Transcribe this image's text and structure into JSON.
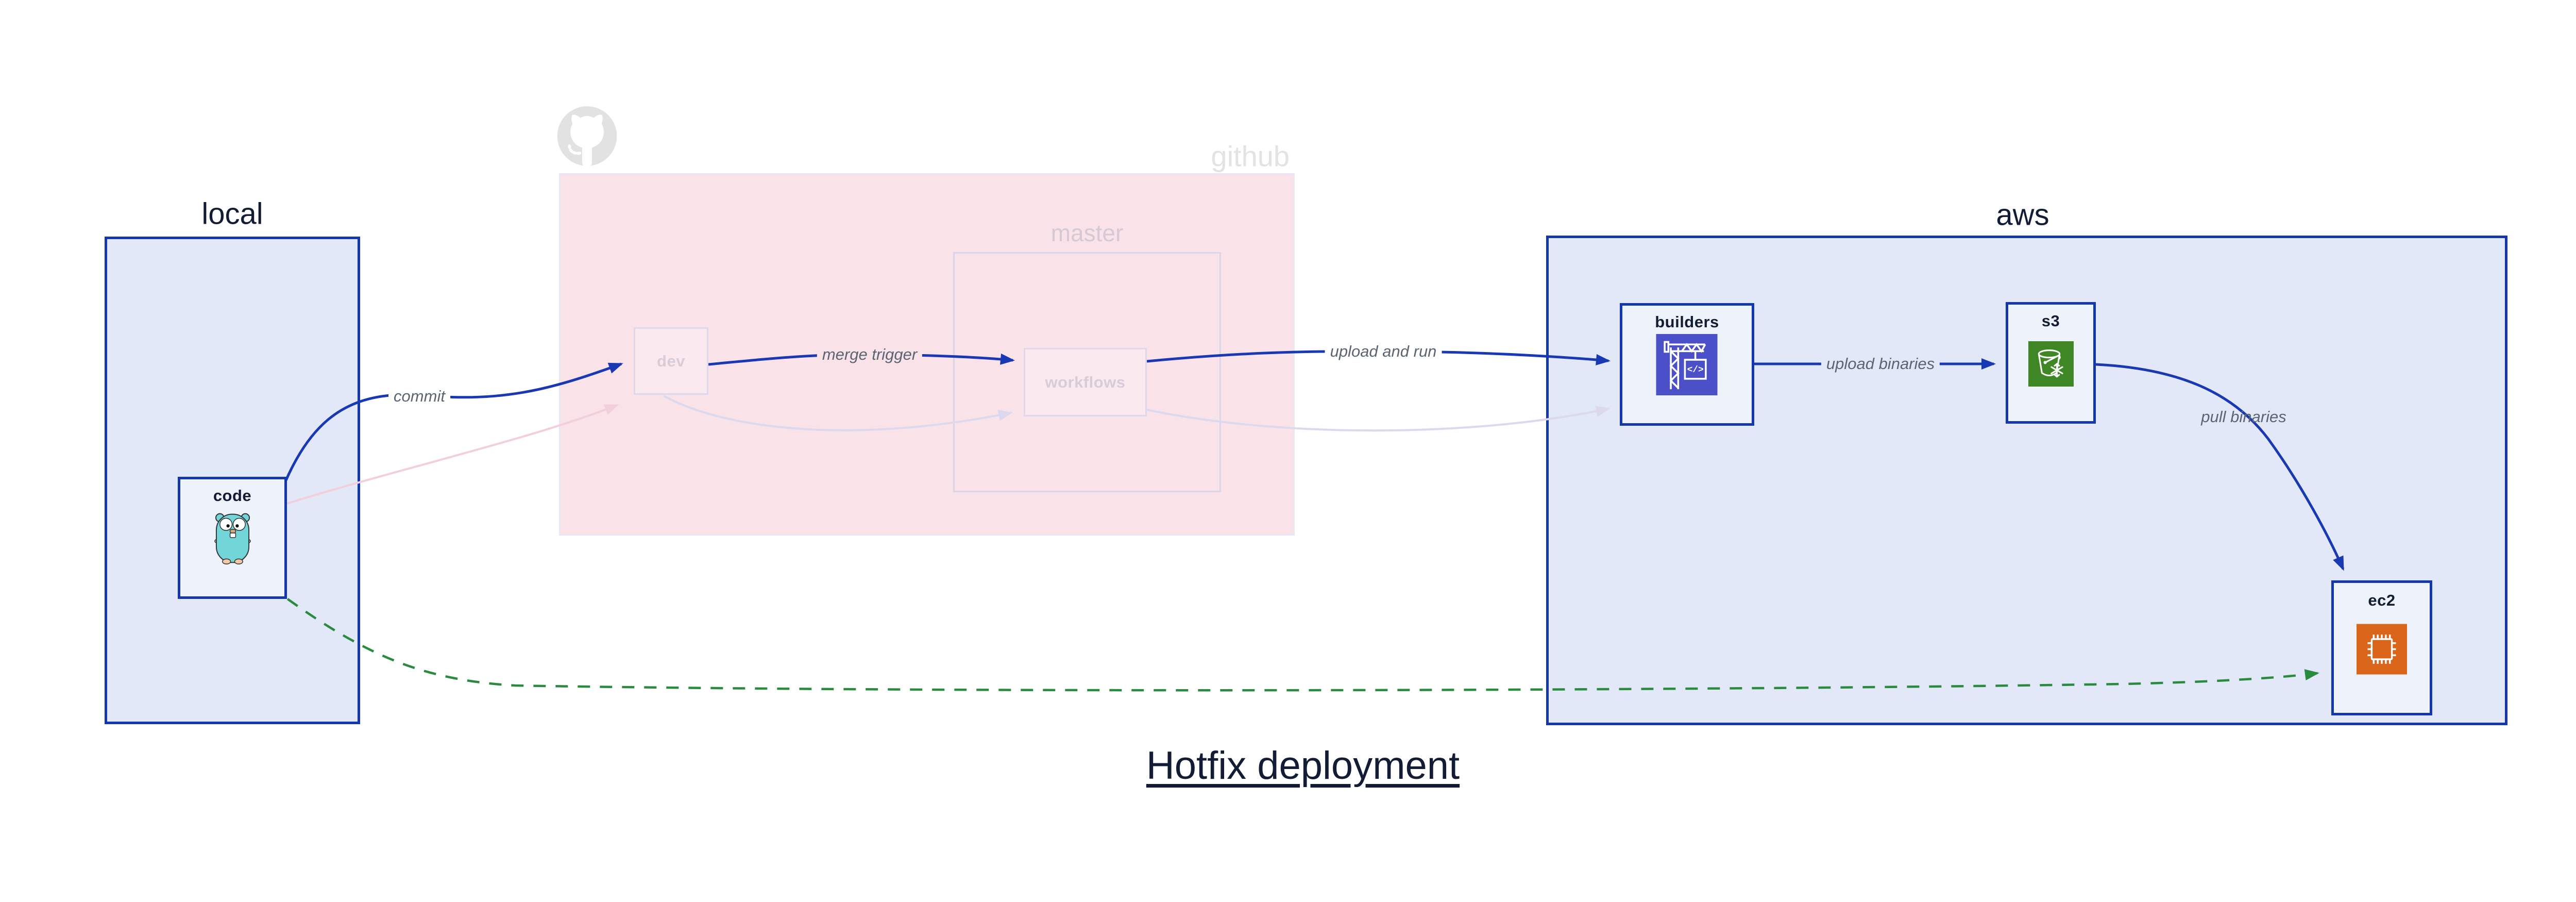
{
  "title": "Hotfix deployment",
  "containers": {
    "local": {
      "label": "local"
    },
    "github": {
      "label": "github"
    },
    "master": {
      "label": "master"
    },
    "aws": {
      "label": "aws"
    }
  },
  "nodes": {
    "code": {
      "label": "code",
      "icon": "go-gopher-icon"
    },
    "dev": {
      "label": "dev"
    },
    "workflows": {
      "label": "workflows"
    },
    "builders": {
      "label": "builders",
      "icon": "codebuild-crane-icon"
    },
    "s3": {
      "label": "s3",
      "icon": "s3-glacier-bucket-icon"
    },
    "ec2": {
      "label": "ec2",
      "icon": "ec2-chip-icon"
    }
  },
  "edges": {
    "commit": {
      "label": "commit"
    },
    "merge_trigger": {
      "label": "merge trigger"
    },
    "upload_and_run": {
      "label": "upload and run"
    },
    "upload_binaries": {
      "label": "upload binaries"
    },
    "pull_binaries": {
      "label": "pull binaries"
    },
    "hotfix_path": {
      "label": ""
    }
  },
  "icons": {
    "octocat": "github-octocat-icon"
  },
  "colors": {
    "blue_border": "#1437ae",
    "blue_edge": "#1838b4",
    "container_blue_fill": "#e2e8f8",
    "node_blue_fill": "#eef2fb",
    "pink_container_fill": "#f9e3e9",
    "pink_node_fill": "#fae9ee",
    "faded_border": "#ded8ec",
    "faded_node_text": "#d8ccd7",
    "github_label_gray": "#e3e3e6",
    "master_label_gray": "#d6c9d5",
    "faded_pink_edge": "#f2cfdb",
    "faded_lavender_edge": "#dcd9ef",
    "green_dashed_edge": "#2a8b3f",
    "codebuild_indigo": "#4b50c8",
    "s3_green": "#3f8624",
    "ec2_orange": "#d9661a",
    "edge_label_gray": "#5b6472",
    "dark_navy_text": "#131c35",
    "octocat_gray": "#e2e2e2"
  }
}
